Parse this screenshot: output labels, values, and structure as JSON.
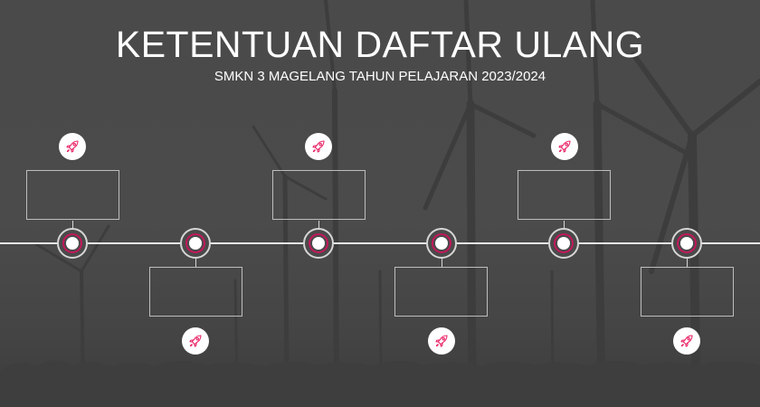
{
  "slide": {
    "title": "KETENTUAN DAFTAR ULANG",
    "subtitle": "SMKN 3 MAGELANG TAHUN PELAJARAN 2023/2024"
  },
  "colors": {
    "background": "#4a4a4a",
    "text": "#ffffff",
    "timeline_line": "#e6e6e6",
    "accent": "#c2185b",
    "box_border": "#bdbdbd",
    "icon_badge": "#ffffff",
    "icon_stroke": "#e91e63"
  },
  "timeline": {
    "steps": [
      {
        "index": 1,
        "position": "top",
        "text": "",
        "icon": "rocket-icon"
      },
      {
        "index": 2,
        "position": "bottom",
        "text": "",
        "icon": "rocket-icon"
      },
      {
        "index": 3,
        "position": "top",
        "text": "",
        "icon": "rocket-icon"
      },
      {
        "index": 4,
        "position": "bottom",
        "text": "",
        "icon": "rocket-icon"
      },
      {
        "index": 5,
        "position": "top",
        "text": "",
        "icon": "rocket-icon"
      },
      {
        "index": 6,
        "position": "bottom",
        "text": "",
        "icon": "rocket-icon"
      }
    ]
  }
}
